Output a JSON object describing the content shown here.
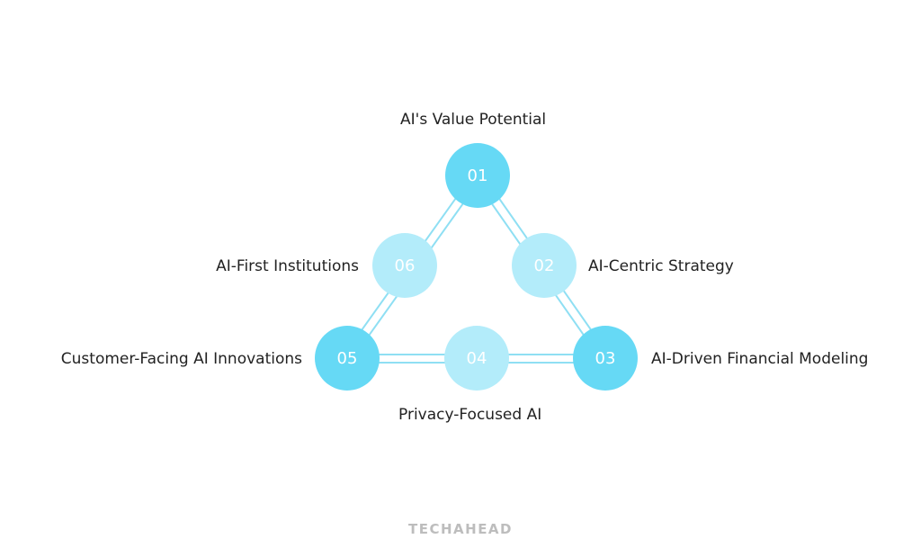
{
  "colors": {
    "primary": "#66d9f5",
    "secondary": "#b3ecfa",
    "line": "#8fdff3"
  },
  "nodes": [
    {
      "number": "01",
      "label": "AI's Value Potential"
    },
    {
      "number": "02",
      "label": "AI-Centric Strategy"
    },
    {
      "number": "03",
      "label": "AI-Driven Financial Modeling"
    },
    {
      "number": "04",
      "label": "Privacy-Focused AI"
    },
    {
      "number": "05",
      "label": "Customer-Facing AI Innovations"
    },
    {
      "number": "06",
      "label": "AI-First Institutions"
    }
  ],
  "brand": "TECHAHEAD"
}
